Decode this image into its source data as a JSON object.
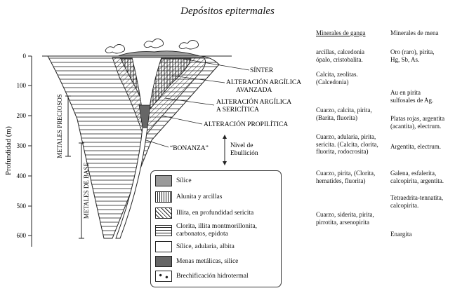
{
  "title": "Depósitos epitermales",
  "axis": {
    "label": "Profundidad (m)",
    "ticks": [
      "0",
      "100",
      "200",
      "300",
      "400",
      "500",
      "600"
    ]
  },
  "brackets": {
    "preciosos": "METALES PRECIOSOS",
    "base": "METALES DE BASE"
  },
  "labels": {
    "sinter": "SÍNTER",
    "alt_avanzada_1": "ALTERACIÓN ARGÍLICA",
    "alt_avanzada_2": "AVANZADA",
    "alt_sericitica_1": "ALTERACIÓN ARGÍLICA",
    "alt_sericitica_2": "A SERICÍTICA",
    "propilitica": "ALTERACIÓN PROPILÍTICA",
    "bonanza": "“BONANZA”",
    "ebullicion_1": "Nivel de",
    "ebullicion_2": "Ebullición"
  },
  "columns": {
    "ganga_header": "Minerales de ganga",
    "mena_header": "Minerales de mena"
  },
  "ganga": [
    "arcillas, calcedonia\nópalo, cristobalita.",
    "Calcita, zeolitas.\n(Calcedonia)",
    "Cuarzo, calcita, pirita,\n(Barita, fluorita)",
    "Cuarzo, adularia, pirita,\nsericita. (Calcita, clorita,\nfluorita, rodocrosita)",
    "Cuarzo, pirita, (Clorita,\nhematides, fluorita)",
    "Cuarzo, siderita, pirita,\npirrotita, arsenopirita"
  ],
  "mena": [
    "Oro (raro), pirita,\nHg, Sb, As.",
    "Au en pirita\nsulfosales de Ag.",
    "Platas rojas, argentita\n(acantita), electrum.",
    "Argentita, electrum.",
    "Galena, esfalerita,\ncalcopirita, argentita.",
    "Tetraedrita-tennatita,\ncalcopirita.",
    "Enargita"
  ],
  "legend": [
    {
      "key": "silice",
      "label": "Sílice"
    },
    {
      "key": "alunita",
      "label": "Alunita y arcillas"
    },
    {
      "key": "illita",
      "label": "Illita, en profundidad sericita"
    },
    {
      "key": "clorita",
      "label": "Clorita, illita montmorillonita,\ncarbonatos, epidota"
    },
    {
      "key": "blank",
      "label": "Sílice, adularia, albita"
    },
    {
      "key": "menas",
      "label": "Menas metálicas, silice"
    },
    {
      "key": "brecha",
      "label": "Brechificación hidrotermal"
    }
  ]
}
